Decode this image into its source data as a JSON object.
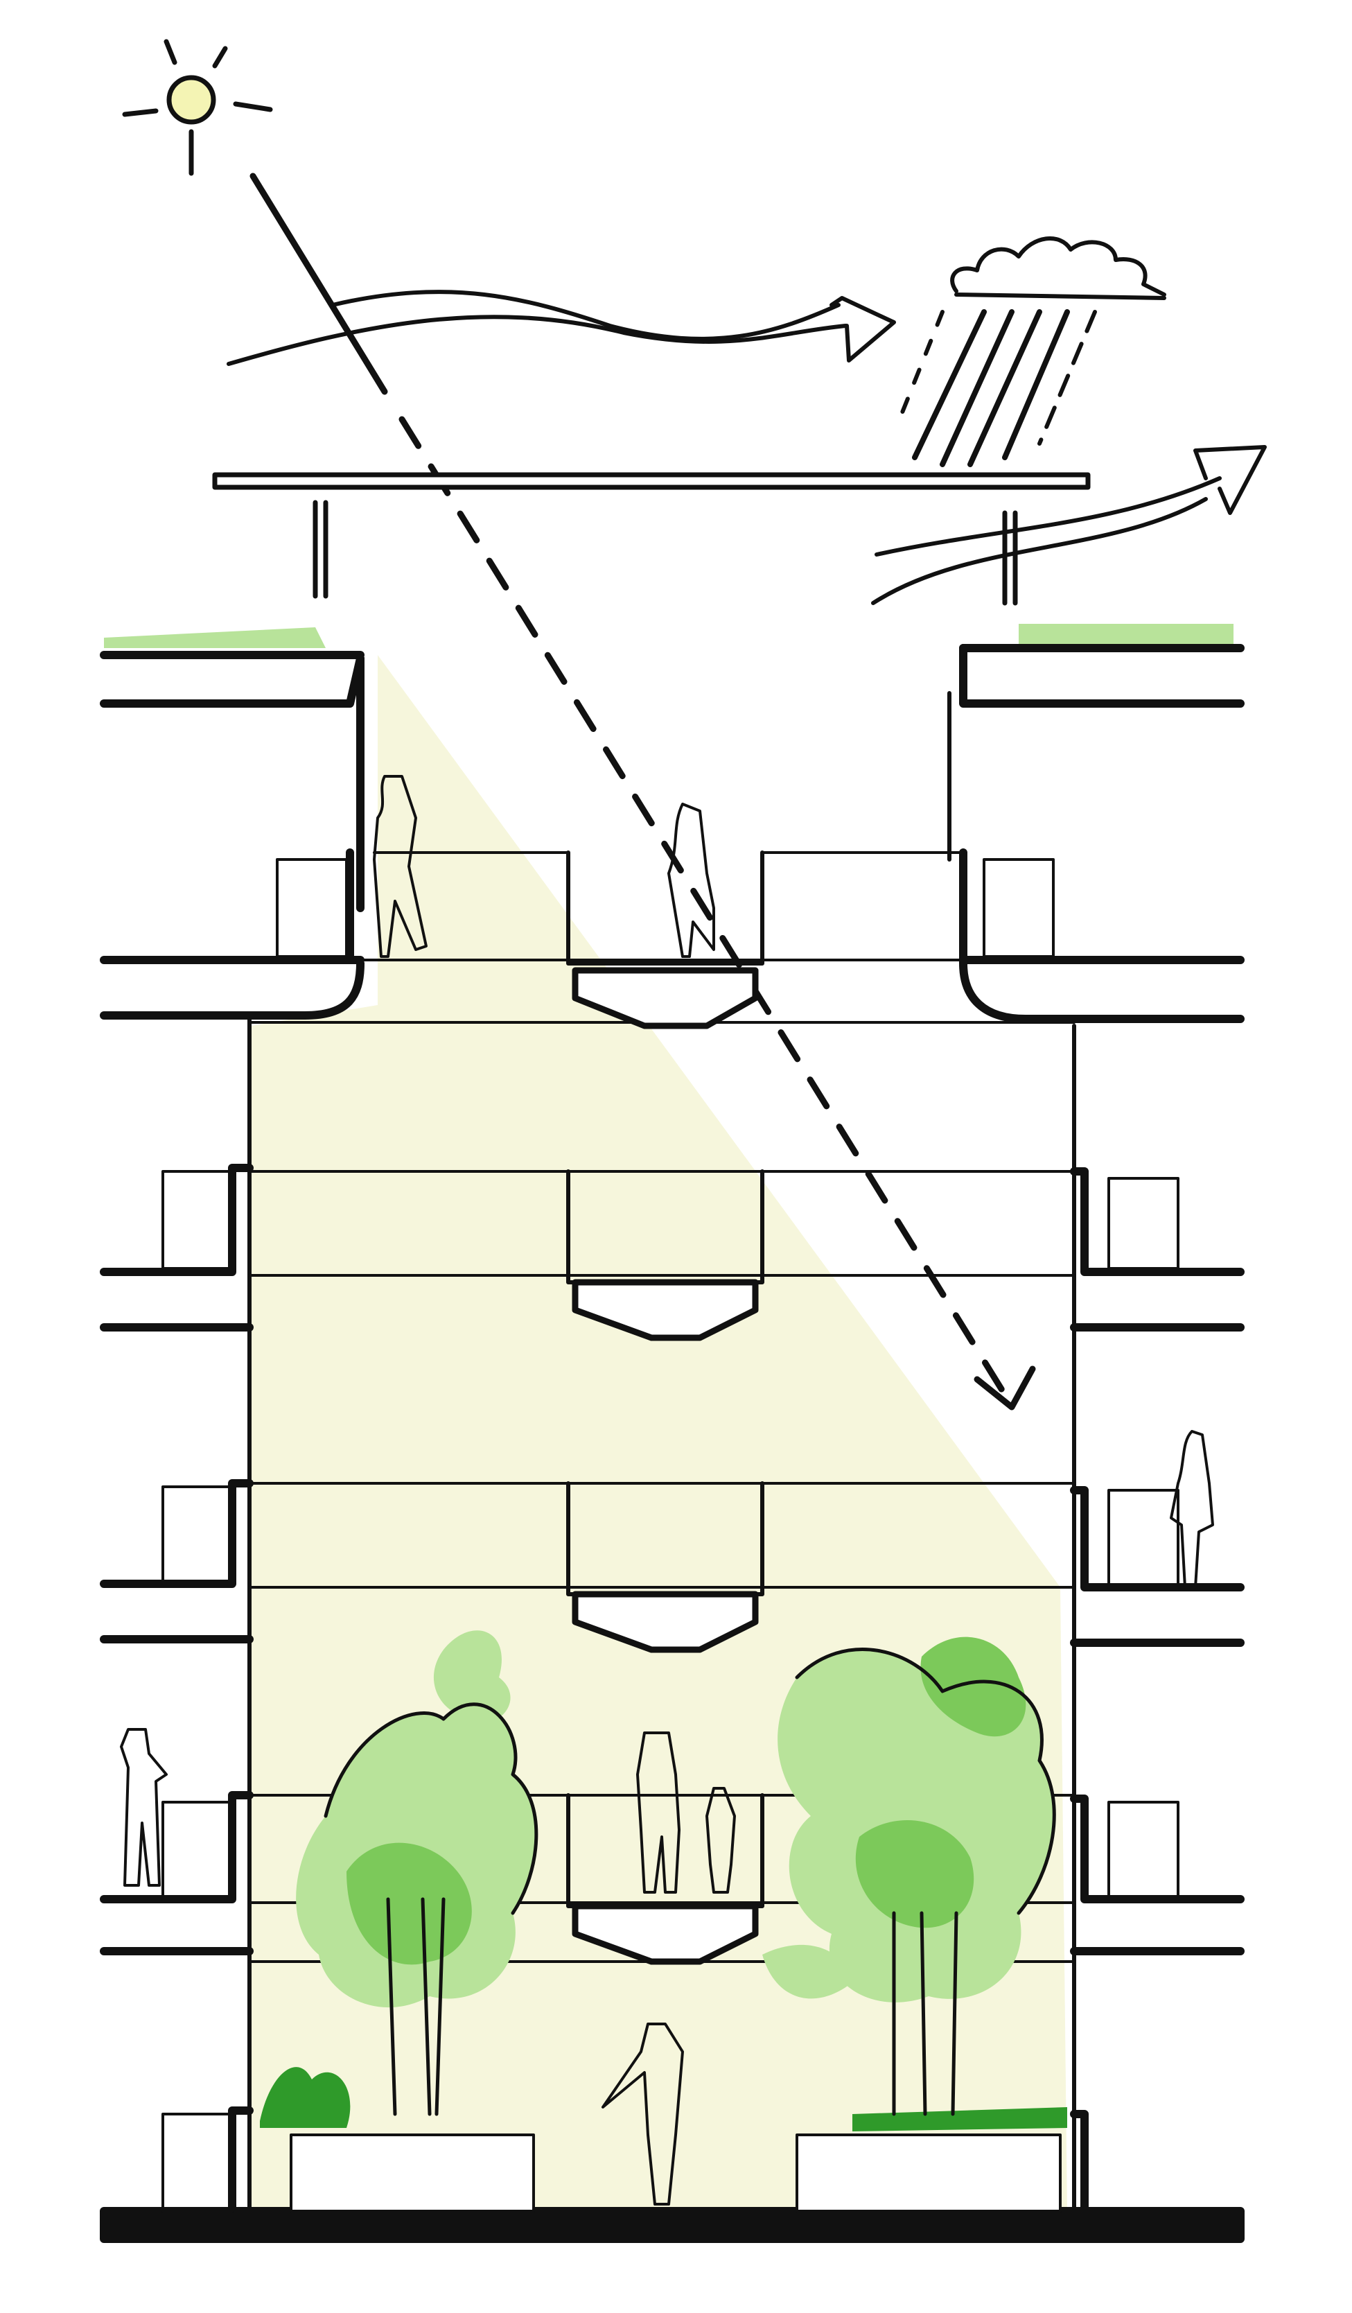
{
  "drawing": {
    "type": "architectural-section-sketch",
    "elements": [
      "sun-icon",
      "sun-ray-arrow",
      "wind-arrow",
      "rain-cloud-icon",
      "roof-canopy",
      "light-beam",
      "floor-slabs",
      "bridges",
      "trees",
      "people"
    ],
    "floors_count": 5
  },
  "colors": {
    "ink": "#111111",
    "light_beam": "#f6f6dc",
    "sun": "#f4f4b4",
    "green_light": "#b8e39a",
    "green_mid": "#7cc95a",
    "green_dark": "#2f9a2a",
    "background": "#ffffff"
  }
}
